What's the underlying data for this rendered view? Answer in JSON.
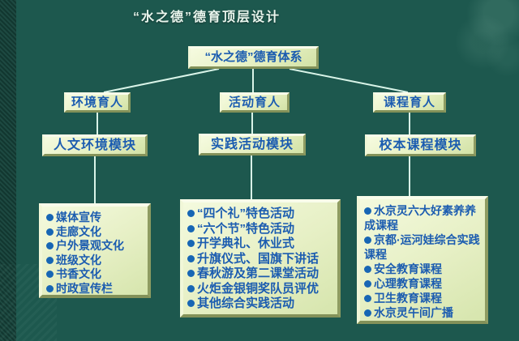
{
  "title": "“水之德”德育顶层设计",
  "colors": {
    "background": "#1d584e",
    "box_fill": "#e8f1c8",
    "box_text": "#1b5cb0",
    "bullet": "#1766b4",
    "line": "#d9f4e8",
    "title_text": "#eaf6ee"
  },
  "tree": {
    "root": "“水之德”德育体系",
    "branches": [
      {
        "level2": "环境育人",
        "level3": "人文环境模块",
        "items": [
          "媒体宣传",
          "走廊文化",
          "户外景观文化",
          "班级文化",
          "书香文化",
          "时政宣传栏"
        ]
      },
      {
        "level2": "活动育人",
        "level3": "实践活动模块",
        "items": [
          "“四个礼”特色活动",
          "“六个节”特色活动",
          "开学典礼、休业式",
          "升旗仪式、国旗下讲话",
          "春秋游及第二课堂活动",
          "火炬金银铜奖队员评优",
          "其他综合实践活动"
        ]
      },
      {
        "level2": "课程育人",
        "level3": "校本课程模块",
        "items": [
          "水京灵六大好素养养成课程",
          "京都·运河娃综合实践课程",
          "安全教育课程",
          "心理教育课程",
          "卫生教育课程",
          "水京灵午间广播"
        ]
      }
    ]
  }
}
